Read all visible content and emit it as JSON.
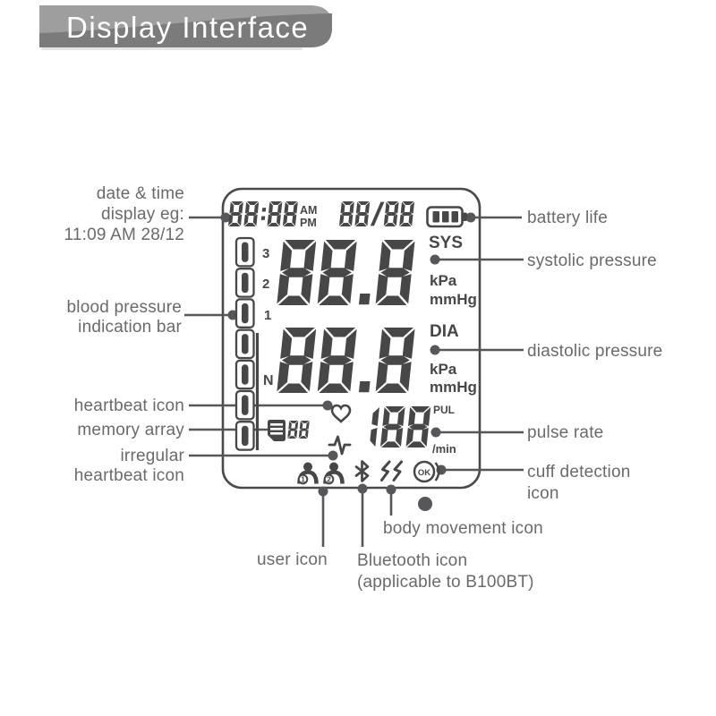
{
  "header": {
    "title": "Display Interface"
  },
  "lcd": {
    "time": "88:88",
    "ampm_top": "AM",
    "ampm_bottom": "PM",
    "date": "88/88",
    "sys_value": "88.8",
    "sys_label": "SYS",
    "sys_unit1": "kPa",
    "sys_unit2": "mmHg",
    "dia_value": "88.8",
    "dia_label": "DIA",
    "dia_unit1": "kPa",
    "dia_unit2": "mmHg",
    "pulse_value": "188",
    "pulse_label": "PUL",
    "pulse_unit": "/min",
    "memory_value": "88",
    "bar_labels": [
      "3",
      "2",
      "1",
      "N"
    ],
    "user1_badge": "1",
    "user2_badge": "2",
    "ok_label": "OK"
  },
  "labels": {
    "date_time": {
      "lines": [
        "date & time",
        "display eg:",
        "11:09 AM 28/12"
      ]
    },
    "battery": "battery life",
    "systolic": "systolic pressure",
    "bp_bar": {
      "lines": [
        "blood pressure",
        "indication bar"
      ]
    },
    "diastolic": "diastolic pressure",
    "heartbeat": "heartbeat icon",
    "memory": "memory array",
    "pulse": "pulse rate",
    "irregular": {
      "lines": [
        "irregular",
        "heartbeat icon"
      ]
    },
    "cuff": {
      "lines": [
        "cuff detection",
        "icon"
      ]
    },
    "body_movement": "body movement icon",
    "user": "user icon",
    "bluetooth": {
      "lines": [
        "Bluetooth icon",
        "(applicable to B100BT)"
      ]
    }
  },
  "icons": [
    "battery-icon",
    "heart-icon",
    "memory-array-icon",
    "irregular-heartbeat-icon",
    "user1-icon",
    "user2-icon",
    "bluetooth-icon",
    "body-movement-icon",
    "ok-cuff-icon",
    "bp-indication-bar"
  ],
  "colors": {
    "ink": "#474747",
    "line": "#56575a",
    "label": "#6a6a6a",
    "banner_light": "#9e9e9e",
    "banner_dark": "#7b7b7b",
    "white": "#ffffff"
  }
}
